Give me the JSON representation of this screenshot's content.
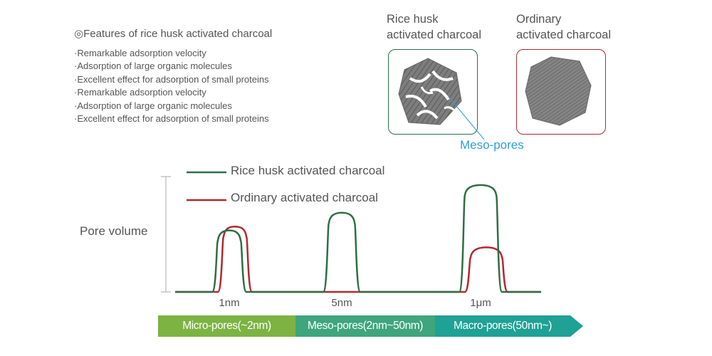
{
  "features": {
    "title": "◎Features of rice husk activated charcoal",
    "items": [
      "·Remarkable adsorption velocity",
      "·Adsorption of large organic molecules",
      "·Excellent effect for adsorption of small proteins",
      "·Remarkable adsorption velocity",
      "·Adsorption of large organic molecules",
      "·Excellent effect for adsorption of small proteins"
    ]
  },
  "samples": {
    "rice": {
      "line1": "Rice husk",
      "line2": "activated charcoal"
    },
    "ordinary": {
      "line1": "Ordinary",
      "line2": "activated charcoal"
    },
    "meso_label": "Meso-pores"
  },
  "colors": {
    "rice": "#2e6e45",
    "ordinary": "#b22830",
    "micro": "#7cb342",
    "meso": "#3ea57d",
    "macro": "#1fa195",
    "meso_label": "#2d9ed6"
  },
  "chart_data": {
    "type": "line",
    "ylabel": "Pore volume",
    "x_ticks": [
      "1nm",
      "5nm",
      "1μm"
    ],
    "series": [
      {
        "name": "Rice husk activated charcoal",
        "peaks": [
          0.8,
          1.03,
          1.39
        ]
      },
      {
        "name": "Ordinary activated charcoal",
        "peaks": [
          0.85,
          0.0,
          0.58
        ]
      }
    ],
    "ylim": [
      0,
      1.5
    ],
    "grid": false,
    "legend_position": "top-left"
  },
  "banner": {
    "micro": "Micro-pores(~2nm)",
    "meso": "Meso-pores(2nm~50nm)",
    "macro": "Macro-pores(50nm~)"
  }
}
